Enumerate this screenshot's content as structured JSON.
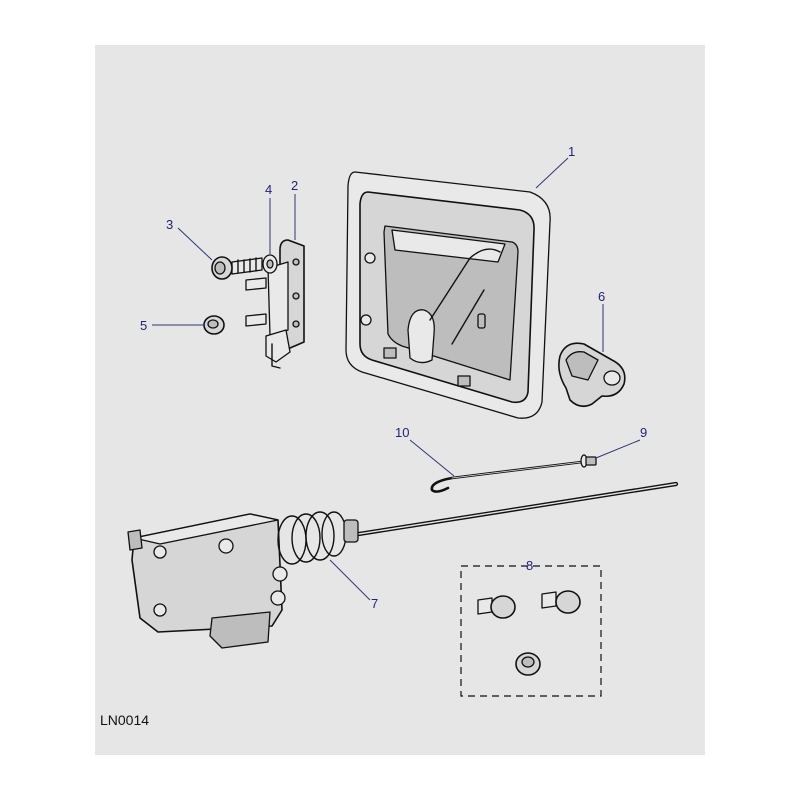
{
  "diagram": {
    "reference_code": "LN0014",
    "callouts": [
      {
        "id": "1",
        "label": "1"
      },
      {
        "id": "2",
        "label": "2"
      },
      {
        "id": "3",
        "label": "3"
      },
      {
        "id": "4",
        "label": "4"
      },
      {
        "id": "5",
        "label": "5"
      },
      {
        "id": "6",
        "label": "6"
      },
      {
        "id": "7",
        "label": "7"
      },
      {
        "id": "8",
        "label": "8"
      },
      {
        "id": "9",
        "label": "9"
      },
      {
        "id": "10",
        "label": "10"
      }
    ]
  },
  "colors": {
    "background": "#e6e6e6",
    "callout_text": "#22227a",
    "linework": "#111111"
  }
}
